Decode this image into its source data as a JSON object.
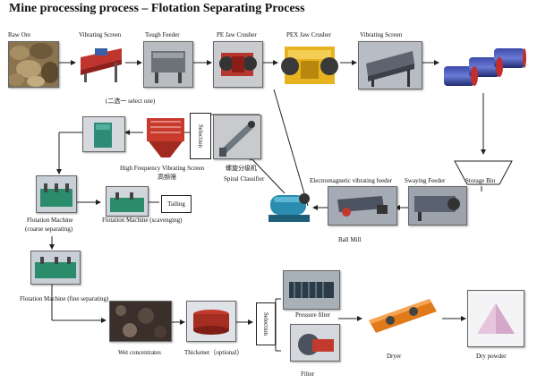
{
  "title": "Mine processing process – Flotation Separating Process",
  "labels": {
    "raw_ore": "Raw Ore",
    "vibrating_screen_1": "Vibrating Screen",
    "tough_feeder": "Tough Feeder",
    "pe_jaw": "PE Jaw Crusher",
    "pex_jaw": "PEX Jaw Crusher",
    "vibrating_screen_2": "Vibrating Screen",
    "select_one": "(二选一  select one)",
    "selection_1": "Selection",
    "hf_screen": "High Frequency Vibrating Screen",
    "hf_screen_cn": "高频筛",
    "spiral_cn": "螺旋分级机",
    "spiral_classifier": "Spiral Classifier",
    "em_feeder": "Electromagnetic vibrating feeder",
    "swaying_feeder": "Swaying Feeder",
    "storage_bin": "Storage Bin",
    "flot_coarse_1": "Flotation Machine",
    "flot_coarse_2": "(coarse separating)",
    "flot_scav": "Flotation Machine (scavenging)",
    "tailing": "Tailing",
    "ball_mill": "Ball Mill",
    "flot_fine": "Flotation Machine (fine separating)",
    "wet_conc": "Wet concentrates",
    "thickener": "Thickener（optional）",
    "selection_2": "Selection",
    "pressure_filter": "Pressure filter",
    "filter": "Filter",
    "dryer": "Dryer",
    "dry_powder": "Dry powder"
  }
}
